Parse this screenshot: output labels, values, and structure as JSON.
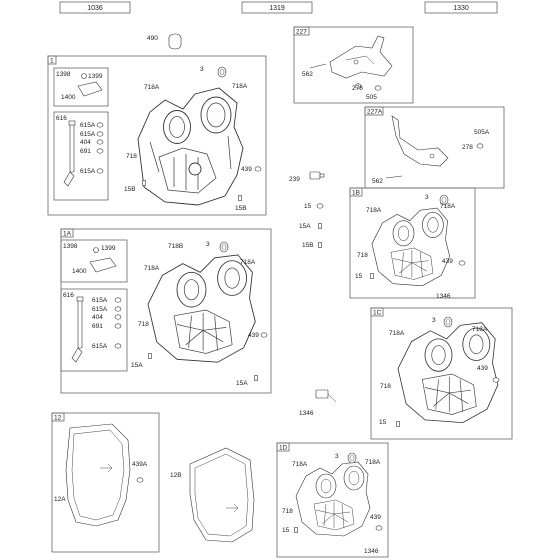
{
  "header_refs": [
    "1036",
    "1319",
    "1330"
  ],
  "groups": {
    "g1": {
      "tag": "1",
      "parts": [
        "1398",
        "1399",
        "1400",
        "616",
        "615A",
        "615A",
        "404",
        "691",
        "615A",
        "3",
        "718A",
        "718A",
        "718",
        "439",
        "15B",
        "15B"
      ]
    },
    "g1A": {
      "tag": "1A",
      "parts": [
        "1398",
        "1399",
        "1400",
        "616",
        "615A",
        "615A",
        "404",
        "691",
        "615A",
        "718B",
        "3",
        "718A",
        "718A",
        "718",
        "439",
        "15A",
        "15A"
      ]
    },
    "g12": {
      "tag": "12",
      "parts": [
        "439A",
        "12A"
      ]
    },
    "g12B": {
      "label": "12B"
    },
    "g227": {
      "tag": "227",
      "parts": [
        "562",
        "278",
        "505"
      ]
    },
    "g227A": {
      "tag": "227A",
      "parts": [
        "505A",
        "278",
        "562"
      ]
    },
    "g1B": {
      "tag": "1B",
      "parts": [
        "3",
        "718A",
        "718A",
        "718",
        "439",
        "15",
        "1346"
      ]
    },
    "g1C": {
      "tag": "1C",
      "parts": [
        "3",
        "718A",
        "718A",
        "718",
        "439",
        "15"
      ]
    },
    "g1D": {
      "tag": "1D",
      "parts": [
        "3",
        "718A",
        "718A",
        "718",
        "439",
        "15",
        "1346"
      ]
    }
  },
  "loose": {
    "p490": "490",
    "p239": "239",
    "p15": "15",
    "p15A": "15A",
    "p15B": "15B",
    "p1346": "1346"
  }
}
